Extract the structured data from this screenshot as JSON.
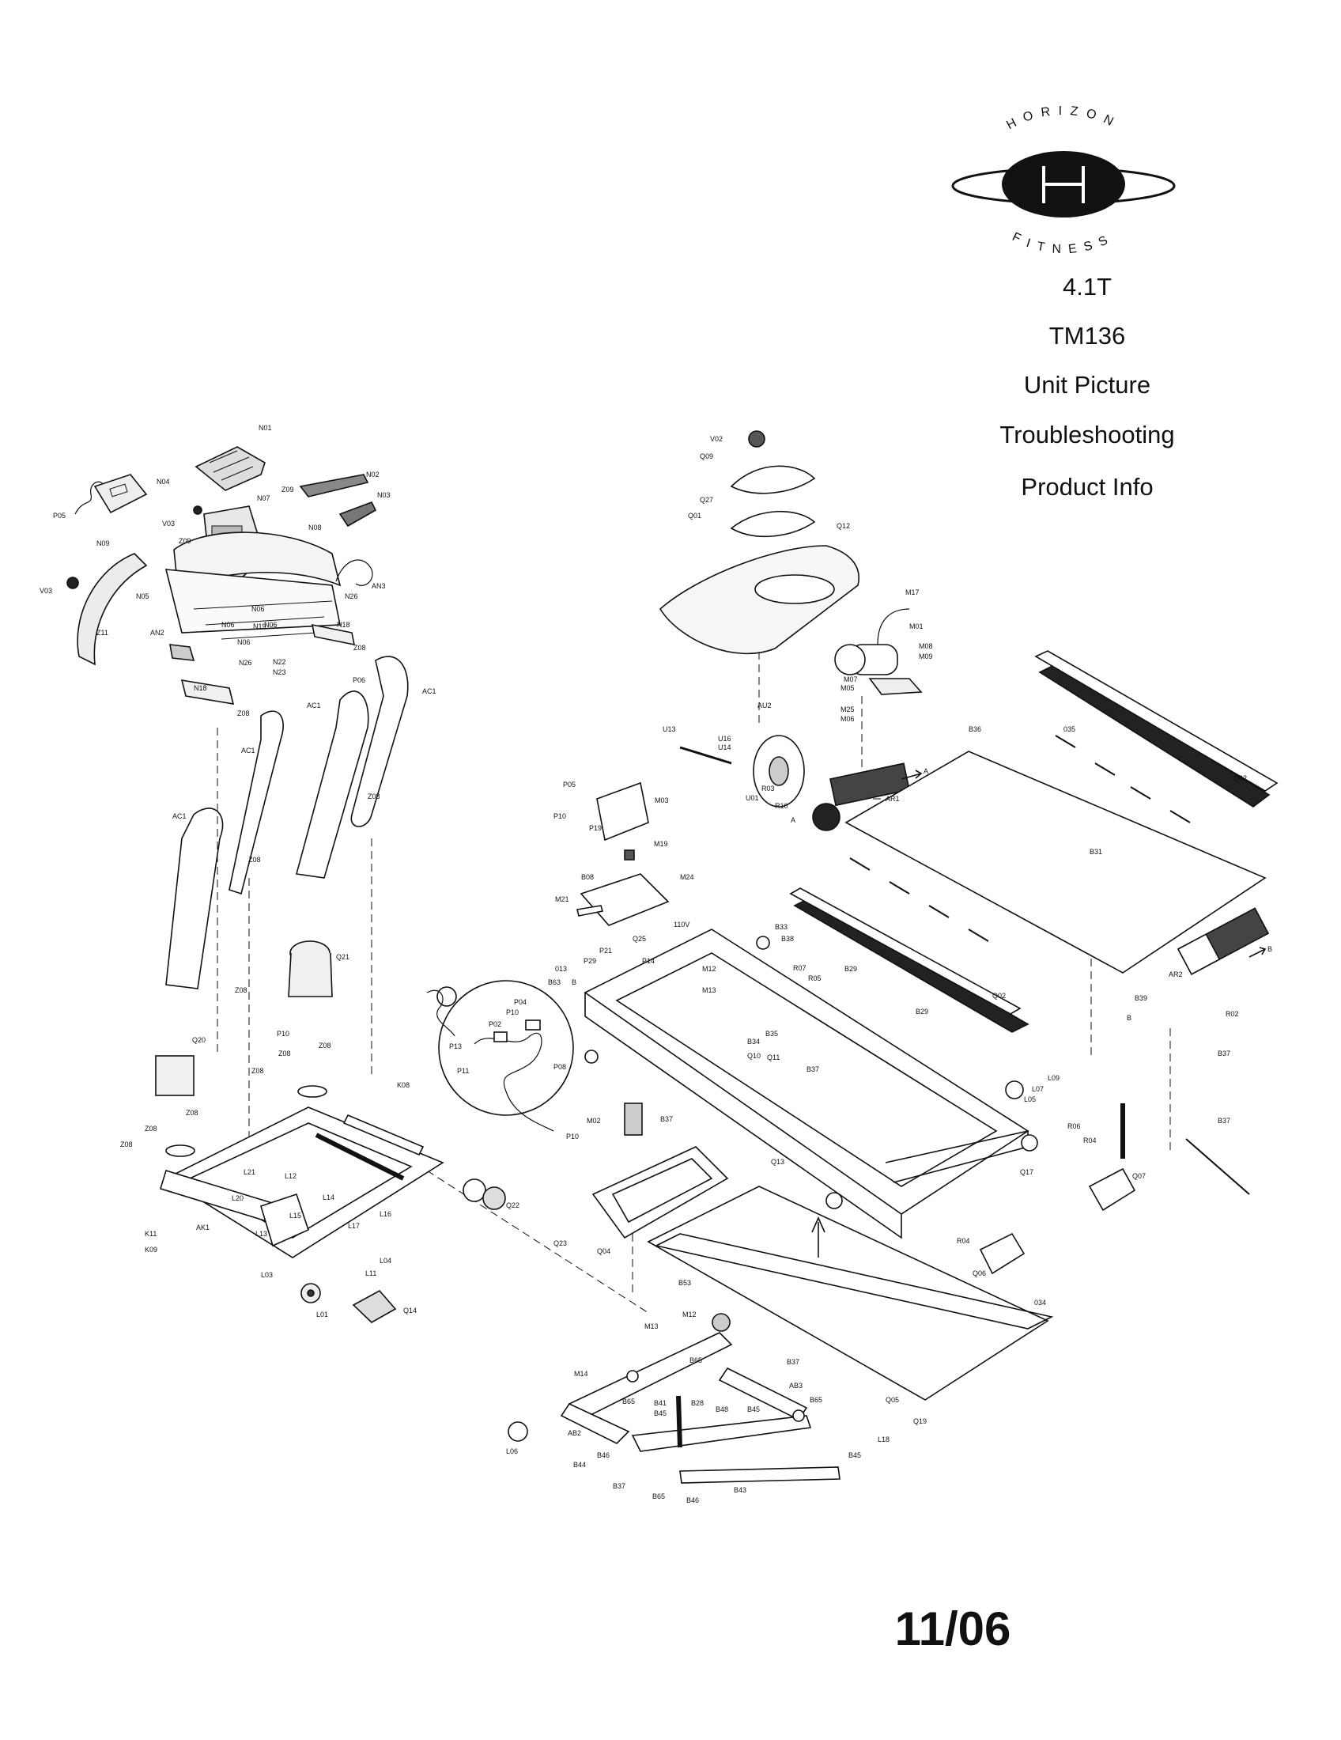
{
  "brand": {
    "logo_text_top": "HORIZON",
    "logo_text_bottom": "FITNESS"
  },
  "menu": {
    "model": "4.1T",
    "part_number": "TM136",
    "unit_picture": "Unit Picture",
    "troubleshooting": "Troubleshooting",
    "product_info": "Product Info"
  },
  "date": "11/06",
  "diagram_labels": [
    {
      "id": "N01",
      "t": "N01"
    },
    {
      "id": "N02",
      "t": "N02"
    },
    {
      "id": "N03",
      "t": "N03"
    },
    {
      "id": "N04",
      "t": "N04"
    },
    {
      "id": "P05a",
      "t": "P05"
    },
    {
      "id": "V03a",
      "t": "V03"
    },
    {
      "id": "V03b",
      "t": "V03"
    },
    {
      "id": "N07",
      "t": "N07"
    },
    {
      "id": "Z09a",
      "t": "Z09"
    },
    {
      "id": "Z09b",
      "t": "Z09"
    },
    {
      "id": "N08a",
      "t": "N08"
    },
    {
      "id": "N09",
      "t": "N09"
    },
    {
      "id": "N05",
      "t": "N05"
    },
    {
      "id": "AN3",
      "t": "AN3"
    },
    {
      "id": "N26a",
      "t": "N26"
    },
    {
      "id": "N26b",
      "t": "N26"
    },
    {
      "id": "N06a",
      "t": "N06"
    },
    {
      "id": "N06b",
      "t": "N06"
    },
    {
      "id": "N06c",
      "t": "N06"
    },
    {
      "id": "N06d",
      "t": "N06"
    },
    {
      "id": "N19",
      "t": "N19"
    },
    {
      "id": "N18a",
      "t": "N18"
    },
    {
      "id": "N18b",
      "t": "N18"
    },
    {
      "id": "AN2",
      "t": "AN2"
    },
    {
      "id": "Z11",
      "t": "Z11"
    },
    {
      "id": "N22",
      "t": "N22"
    },
    {
      "id": "N23",
      "t": "N23"
    },
    {
      "id": "Z08a",
      "t": "Z08"
    },
    {
      "id": "AC1a",
      "t": "AC1"
    },
    {
      "id": "AC1b",
      "t": "AC1"
    },
    {
      "id": "AC1c",
      "t": "AC1"
    },
    {
      "id": "AC1d",
      "t": "AC1"
    },
    {
      "id": "P06",
      "t": "P06"
    },
    {
      "id": "Z08b",
      "t": "Z08"
    },
    {
      "id": "Z08c",
      "t": "Z08"
    },
    {
      "id": "Z08d",
      "t": "Z08"
    },
    {
      "id": "Z08e",
      "t": "Z08"
    },
    {
      "id": "Q21",
      "t": "Q21"
    },
    {
      "id": "Q20",
      "t": "Q20"
    },
    {
      "id": "P10a",
      "t": "P10"
    },
    {
      "id": "Z08f",
      "t": "Z08"
    },
    {
      "id": "Z08g",
      "t": "Z08"
    },
    {
      "id": "Z08h",
      "t": "Z08"
    },
    {
      "id": "Z08i",
      "t": "Z08"
    },
    {
      "id": "Z08j",
      "t": "Z08"
    },
    {
      "id": "Z08k",
      "t": "Z08"
    },
    {
      "id": "K08",
      "t": "K08"
    },
    {
      "id": "AK1",
      "t": "AK1"
    },
    {
      "id": "L21",
      "t": "L21"
    },
    {
      "id": "L12",
      "t": "L12"
    },
    {
      "id": "L20",
      "t": "L20"
    },
    {
      "id": "L14",
      "t": "L14"
    },
    {
      "id": "L15",
      "t": "L15"
    },
    {
      "id": "L13",
      "t": "L13"
    },
    {
      "id": "L16",
      "t": "L16"
    },
    {
      "id": "L17",
      "t": "L17"
    },
    {
      "id": "K11",
      "t": "K11"
    },
    {
      "id": "K09",
      "t": "K09"
    },
    {
      "id": "L03",
      "t": "L03"
    },
    {
      "id": "L04",
      "t": "L04"
    },
    {
      "id": "L11",
      "t": "L11"
    },
    {
      "id": "L01",
      "t": "L01"
    },
    {
      "id": "Q14",
      "t": "Q14"
    },
    {
      "id": "Q22",
      "t": "Q22"
    },
    {
      "id": "V02",
      "t": "V02"
    },
    {
      "id": "Q09",
      "t": "Q09"
    },
    {
      "id": "Q27",
      "t": "Q27"
    },
    {
      "id": "Q01",
      "t": "Q01"
    },
    {
      "id": "Q12",
      "t": "Q12"
    },
    {
      "id": "M17",
      "t": "M17"
    },
    {
      "id": "M01",
      "t": "M01"
    },
    {
      "id": "M08",
      "t": "M08"
    },
    {
      "id": "M09",
      "t": "M09"
    },
    {
      "id": "M07",
      "t": "M07"
    },
    {
      "id": "M05",
      "t": "M05"
    },
    {
      "id": "M25",
      "t": "M25"
    },
    {
      "id": "M06",
      "t": "M06"
    },
    {
      "id": "AU2",
      "t": "AU2"
    },
    {
      "id": "U13",
      "t": "U13"
    },
    {
      "id": "U16",
      "t": "U16"
    },
    {
      "id": "U14",
      "t": "U14"
    },
    {
      "id": "R03",
      "t": "R03"
    },
    {
      "id": "U01",
      "t": "U01"
    },
    {
      "id": "R10",
      "t": "R10"
    },
    {
      "id": "AR1",
      "t": "AR1"
    },
    {
      "id": "B36",
      "t": "B36"
    },
    {
      "id": "035",
      "t": "035"
    },
    {
      "id": "Q02a",
      "t": "Q02"
    },
    {
      "id": "B31",
      "t": "B31"
    },
    {
      "id": "P05b",
      "t": "P05"
    },
    {
      "id": "M03",
      "t": "M03"
    },
    {
      "id": "P10b",
      "t": "P10"
    },
    {
      "id": "P19",
      "t": "P19"
    },
    {
      "id": "M19",
      "t": "M19"
    },
    {
      "id": "B08",
      "t": "B08"
    },
    {
      "id": "M24",
      "t": "M24"
    },
    {
      "id": "M21",
      "t": "M21"
    },
    {
      "id": "110V",
      "t": "110V"
    },
    {
      "id": "Q25",
      "t": "Q25"
    },
    {
      "id": "B33",
      "t": "B33"
    },
    {
      "id": "B38",
      "t": "B38"
    },
    {
      "id": "P21",
      "t": "P21"
    },
    {
      "id": "P29",
      "t": "P29"
    },
    {
      "id": "P14",
      "t": "P14"
    },
    {
      "id": "M12a",
      "t": "M12"
    },
    {
      "id": "R07",
      "t": "R07"
    },
    {
      "id": "R05",
      "t": "R05"
    },
    {
      "id": "B29a",
      "t": "B29"
    },
    {
      "id": "B29b",
      "t": "B29"
    },
    {
      "id": "013",
      "t": "013"
    },
    {
      "id": "B63",
      "t": "B63"
    },
    {
      "id": "M13a",
      "t": "M13"
    },
    {
      "id": "B35",
      "t": "B35"
    },
    {
      "id": "B34",
      "t": "B34"
    },
    {
      "id": "Q10",
      "t": "Q10"
    },
    {
      "id": "Q11",
      "t": "Q11"
    },
    {
      "id": "B37a",
      "t": "B37"
    },
    {
      "id": "Q02b",
      "t": "Q02"
    },
    {
      "id": "AR2",
      "t": "AR2"
    },
    {
      "id": "B39",
      "t": "B39"
    },
    {
      "id": "R02",
      "t": "R02"
    },
    {
      "id": "B37b",
      "t": "B37"
    },
    {
      "id": "P04",
      "t": "P04"
    },
    {
      "id": "P10c",
      "t": "P10"
    },
    {
      "id": "P02",
      "t": "P02"
    },
    {
      "id": "P13",
      "t": "P13"
    },
    {
      "id": "P11",
      "t": "P11"
    },
    {
      "id": "P08",
      "t": "P08"
    },
    {
      "id": "P10d",
      "t": "P10"
    },
    {
      "id": "M02",
      "t": "M02"
    },
    {
      "id": "B37c",
      "t": "B37"
    },
    {
      "id": "L09",
      "t": "L09"
    },
    {
      "id": "L07",
      "t": "L07"
    },
    {
      "id": "L05",
      "t": "L05"
    },
    {
      "id": "R06",
      "t": "R06"
    },
    {
      "id": "R04a",
      "t": "R04"
    },
    {
      "id": "Q07",
      "t": "Q07"
    },
    {
      "id": "B37d",
      "t": "B37"
    },
    {
      "id": "Q17",
      "t": "Q17"
    },
    {
      "id": "Q13",
      "t": "Q13"
    },
    {
      "id": "R04b",
      "t": "R04"
    },
    {
      "id": "Q06",
      "t": "Q06"
    },
    {
      "id": "Q23",
      "t": "Q23"
    },
    {
      "id": "Q04",
      "t": "Q04"
    },
    {
      "id": "034",
      "t": "034"
    },
    {
      "id": "B53",
      "t": "B53"
    },
    {
      "id": "M12b",
      "t": "M12"
    },
    {
      "id": "M13b",
      "t": "M13"
    },
    {
      "id": "B65a",
      "t": "B65"
    },
    {
      "id": "B37e",
      "t": "B37"
    },
    {
      "id": "AB3",
      "t": "AB3"
    },
    {
      "id": "M14",
      "t": "M14"
    },
    {
      "id": "B65b",
      "t": "B65"
    },
    {
      "id": "B41",
      "t": "B41"
    },
    {
      "id": "B28",
      "t": "B28"
    },
    {
      "id": "B48",
      "t": "B48"
    },
    {
      "id": "B45a",
      "t": "B45"
    },
    {
      "id": "B45b",
      "t": "B45"
    },
    {
      "id": "B65c",
      "t": "B65"
    },
    {
      "id": "Q05",
      "t": "Q05"
    },
    {
      "id": "Q19",
      "t": "Q19"
    },
    {
      "id": "AB2",
      "t": "AB2"
    },
    {
      "id": "L06",
      "t": "L06"
    },
    {
      "id": "B46a",
      "t": "B46"
    },
    {
      "id": "B44",
      "t": "B44"
    },
    {
      "id": "B37f",
      "t": "B37"
    },
    {
      "id": "B45c",
      "t": "B45"
    },
    {
      "id": "L18",
      "t": "L18"
    },
    {
      "id": "B65d",
      "t": "B65"
    },
    {
      "id": "B46b",
      "t": "B46"
    },
    {
      "id": "B43",
      "t": "B43"
    },
    {
      "id": "A1",
      "t": "A"
    },
    {
      "id": "A2",
      "t": "A"
    },
    {
      "id": "Bm1",
      "t": "B"
    },
    {
      "id": "Bm2",
      "t": "B"
    },
    {
      "id": "Bm3",
      "t": "B"
    }
  ]
}
